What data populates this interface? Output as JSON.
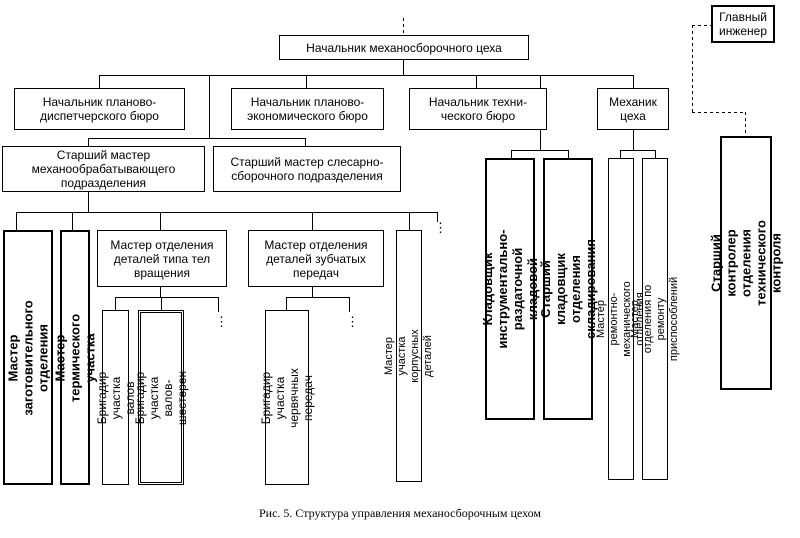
{
  "diagram": {
    "top": {
      "head": "Начальник механосборочного цеха",
      "chief_engineer": "Главный\nинженер"
    },
    "bureaus": {
      "dispatch": "Начальник планово-\nдиспетчерского бюро",
      "economic": "Начальник планово-\nэкономического бюро",
      "technical": "Начальник техни-\nческого бюро",
      "mechanic": "Механик\nцеха"
    },
    "senior_masters": {
      "machining": "Старший мастер\nмеханообрабатывающего\nподразделения",
      "assembly": "Старший мастер слесарно-\nсборочного подразделения"
    },
    "masters": {
      "blank": "Мастер заготовительного\nотделения",
      "thermal": "Мастер термического участка",
      "rotation": "Мастер отделения\nдеталей типа тел\nвращения",
      "gear": "Мастер отделения\nдеталей зубчатых\nпередач",
      "body_parts": "Мастер участка корпусных деталей"
    },
    "brigadiers": {
      "shafts": "Бригадир участка валов",
      "shaft_gears": "Бригадир участка\nвалов-шестерен",
      "worm": "Бригадир участка\nчервячных передач"
    },
    "storekeepers": {
      "tool": "Кладовщик инструментально-\nраздаточной кладовой",
      "senior_warehouse": "Старший кладовщик отделения\nскладирования"
    },
    "repair": {
      "mechanical": "Мастер ремонтно-механического отделения",
      "fixtures": "Мастер отделения по ремонту приспособлений"
    },
    "controller": "Старший контролер отделения\nтехнического контроля",
    "ellipsis": "⋮",
    "caption": "Рис. 5. Структура управления механосборочным цехом"
  }
}
